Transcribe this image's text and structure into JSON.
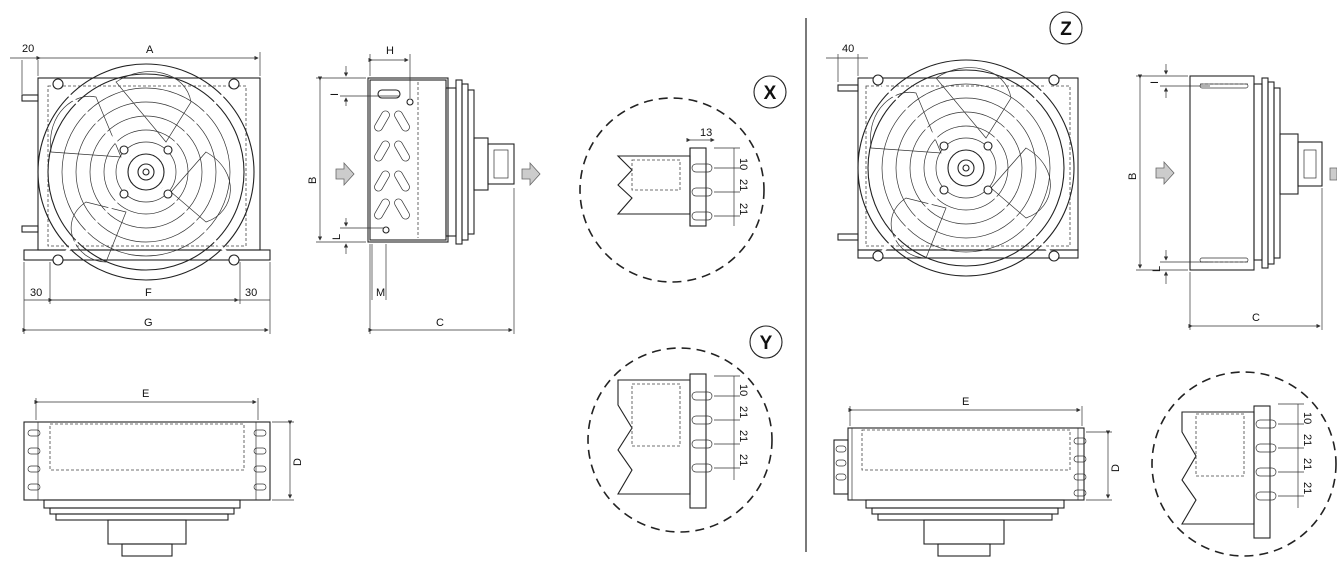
{
  "labels": {
    "A": "A",
    "B": "B",
    "C": "C",
    "D": "D",
    "E": "E",
    "F": "F",
    "G": "G",
    "H": "H",
    "I": "I",
    "L": "L",
    "M": "M",
    "X": "X",
    "Y": "Y",
    "Z": "Z"
  },
  "dims": {
    "d20": "20",
    "d30": "30",
    "d40": "40",
    "d13": "13",
    "d10": "10",
    "d21": "21"
  },
  "colors": {
    "line": "#222222",
    "arrow": "#cccccc"
  }
}
